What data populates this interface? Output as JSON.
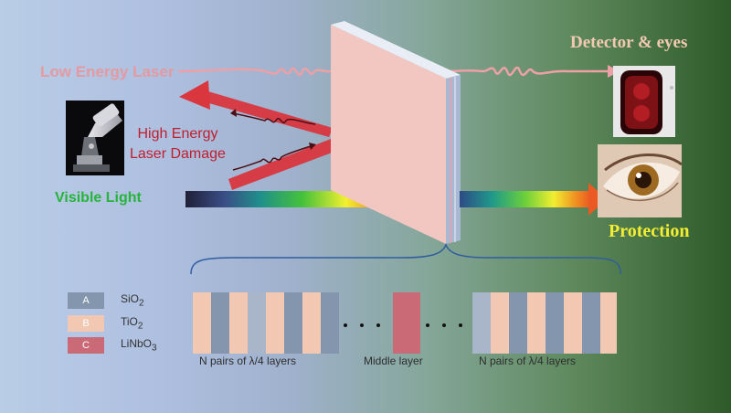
{
  "labels": {
    "low_energy_laser": "Low Energy Laser",
    "high_energy_line1": "High Energy",
    "high_energy_line2": "Laser Damage",
    "visible_light": "Visible Light",
    "detector_eyes": "Detector & eyes",
    "protection": "Protection"
  },
  "legend": [
    {
      "key": "A",
      "name": "SiO",
      "sub": "2",
      "color": "#8496ad"
    },
    {
      "key": "B",
      "name": "TiO",
      "sub": "2",
      "color": "#f2c8b3"
    },
    {
      "key": "C",
      "name": "LiNbO",
      "sub": "3",
      "color": "#c96a76"
    }
  ],
  "layer_labels": {
    "left": "N pairs of λ/4 layers",
    "middle": "Middle layer",
    "right": "N pairs of λ/4 layers"
  },
  "colors": {
    "laser_low": "#eda0a6",
    "laser_high": "#d9363e",
    "visible": "#27b43a",
    "protection": "#f3ee34",
    "filter_face": "#f3c7c1",
    "bracket": "#2f5d9e"
  },
  "icons": {
    "telescope": "telescope-icon",
    "detector": "detector-icon",
    "eye": "eye-icon"
  }
}
